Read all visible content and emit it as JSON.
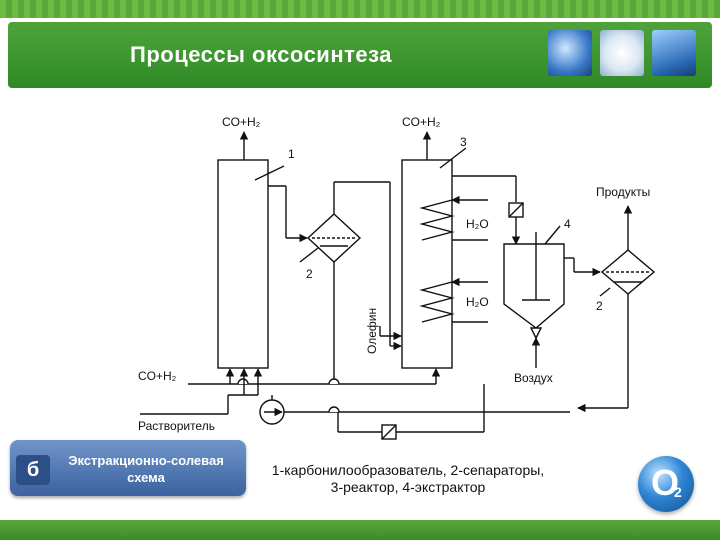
{
  "header": {
    "title": "Процессы оксосинтеза"
  },
  "diagram": {
    "labels": {
      "gas_top_left": "CO+H₂",
      "gas_top_right": "CO+H₂",
      "num_1": "1",
      "num_2_left": "2",
      "num_3": "3",
      "num_4": "4",
      "num_2_right": "2",
      "water_top": "H₂O",
      "water_bottom": "H₂O",
      "olefin": "Олефин",
      "products": "Продукты",
      "air": "Воздух",
      "gas_bottom_left": "CO+H₂",
      "solvent": "Растворитель"
    }
  },
  "badge": {
    "letter": "б",
    "line1": "Экстракционно-солевая",
    "line2": "схема"
  },
  "legend": {
    "line1": "1-карбонилообразователь, 2-сепараторы,",
    "line2": "3-реактор, 4-экстрактор"
  },
  "logo": {
    "letter": "O",
    "subscript": "2"
  },
  "colors": {
    "header_green": "#3a962f",
    "badge_blue": "#4a70ad",
    "logo_blue": "#2f86d6"
  }
}
